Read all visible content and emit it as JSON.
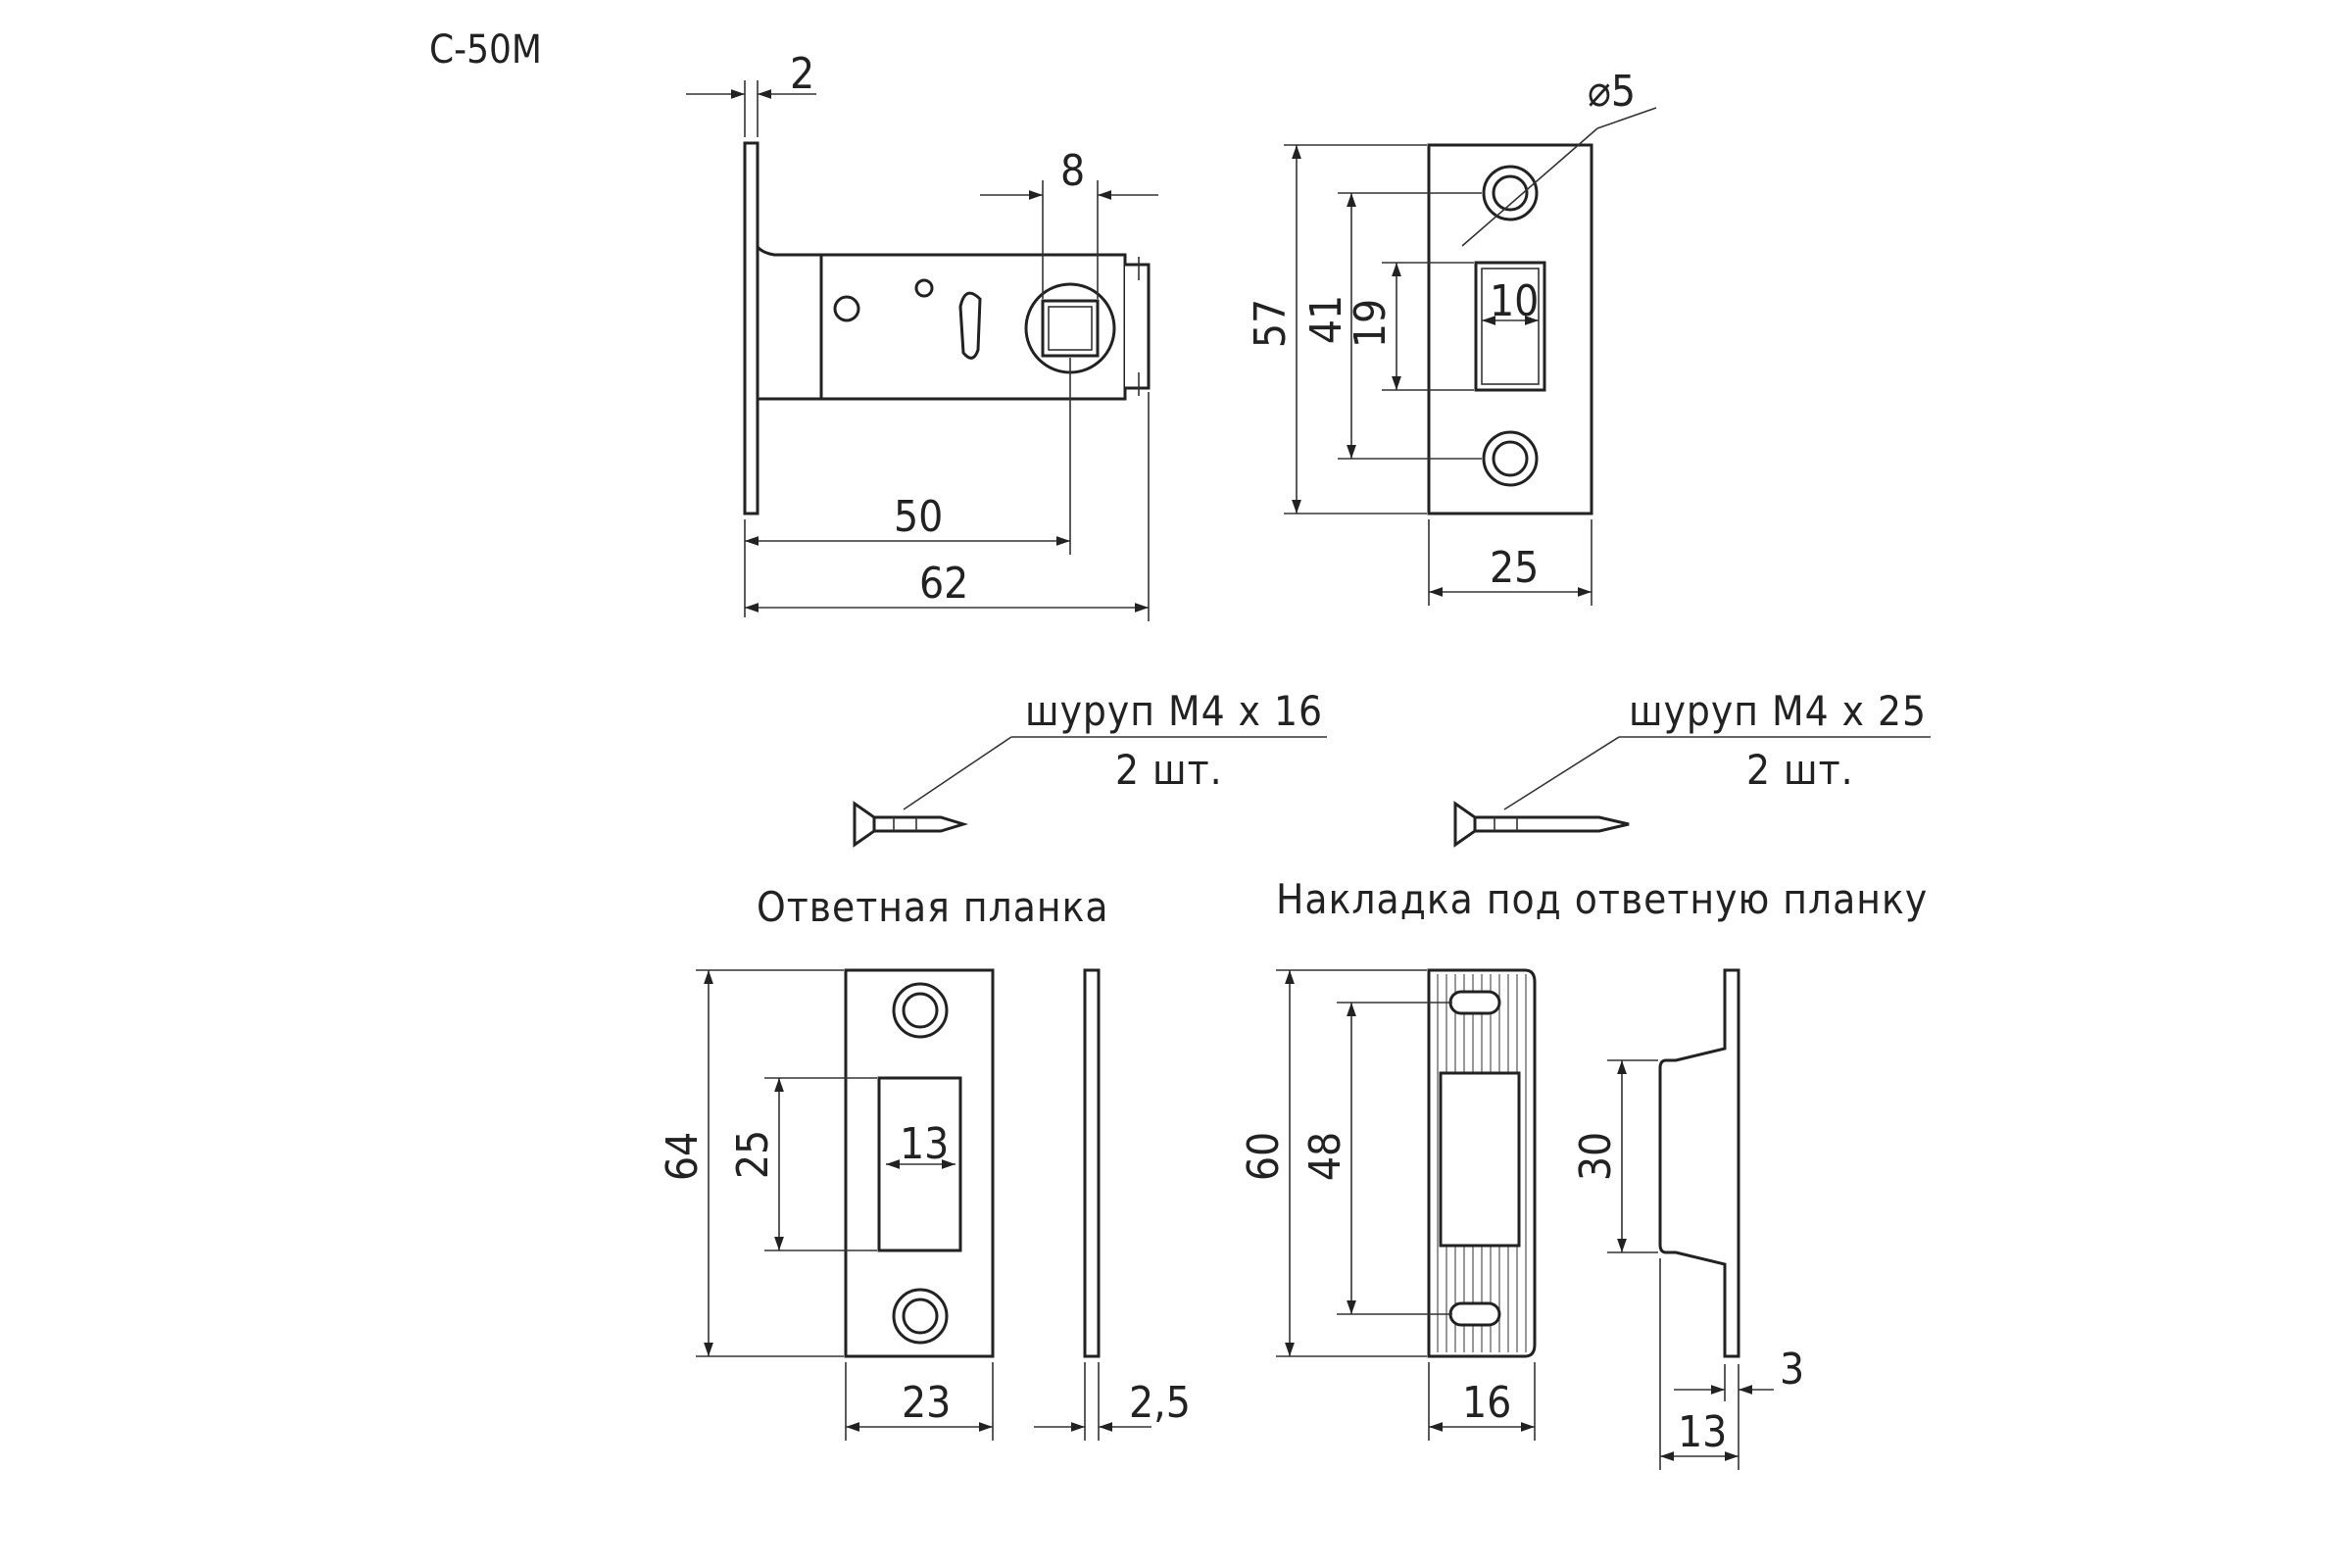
{
  "title": "C-50M",
  "latch": {
    "plate_thickness": "2",
    "spindle_square": "8",
    "backset": "50",
    "total_length": "62"
  },
  "faceplate": {
    "hole_diameter": "⌀5",
    "height": "57",
    "hole_spacing": "41",
    "bolt_height": "19",
    "bolt_width": "10",
    "width": "25"
  },
  "screws": [
    {
      "label": "шуруп М4 х 16",
      "qty": "2 шт."
    },
    {
      "label": "шуруп М4 х 25",
      "qty": "2 шт."
    }
  ],
  "strike_plate": {
    "caption": "Ответная планка",
    "height": "64",
    "slot_height": "25",
    "slot_width": "13",
    "width": "23",
    "thickness": "2,5"
  },
  "strike_cover": {
    "caption": "Накладка под ответную планку",
    "height": "60",
    "hole_spacing": "48",
    "width": "16",
    "box_depth": "30",
    "lip": "3",
    "depth": "13"
  }
}
